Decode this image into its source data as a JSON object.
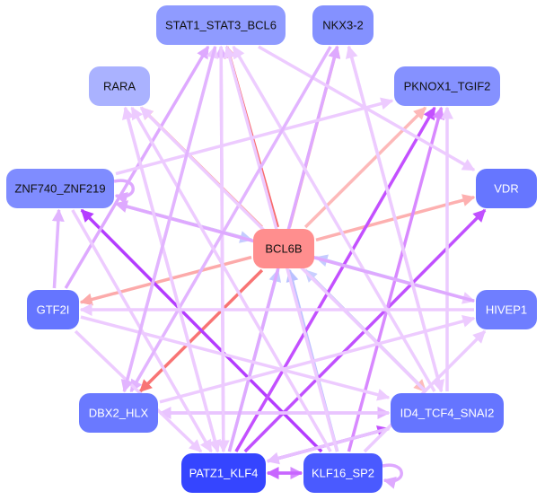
{
  "graph": {
    "title": "Regulatory network around BCL6B",
    "nodes": [
      {
        "id": "STAT1_STAT3_BCL6",
        "label": "STAT1_STAT3_BCL6",
        "fill": "#8f9bff",
        "text": "#111111"
      },
      {
        "id": "NKX3-2",
        "label": "NKX3-2",
        "fill": "#8491ff",
        "text": "#111111"
      },
      {
        "id": "RARA",
        "label": "RARA",
        "fill": "#aab2ff",
        "text": "#111111"
      },
      {
        "id": "PKNOX1_TGIF2",
        "label": "PKNOX1_TGIF2",
        "fill": "#8591ff",
        "text": "#111111"
      },
      {
        "id": "ZNF740_ZNF219",
        "label": "ZNF740_ZNF219",
        "fill": "#7f8cff",
        "text": "#111111"
      },
      {
        "id": "VDR",
        "label": "VDR",
        "fill": "#6676ff",
        "text": "#ffffff"
      },
      {
        "id": "BCL6B",
        "label": "BCL6B",
        "fill": "#ff8e8e",
        "text": "#111111"
      },
      {
        "id": "GTF2I",
        "label": "GTF2I",
        "fill": "#6575ff",
        "text": "#ffffff"
      },
      {
        "id": "HIVEP1",
        "label": "HIVEP1",
        "fill": "#6f7eff",
        "text": "#ffffff"
      },
      {
        "id": "DBX2_HLX",
        "label": "DBX2_HLX",
        "fill": "#6a79ff",
        "text": "#ffffff"
      },
      {
        "id": "ID4_TCF4_SNAI2",
        "label": "ID4_TCF4_SNAI2",
        "fill": "#6575ff",
        "text": "#ffffff"
      },
      {
        "id": "PATZ1_KLF4",
        "label": "PATZ1_KLF4",
        "fill": "#3545ff",
        "text": "#ffffff"
      },
      {
        "id": "KLF16_SP2",
        "label": "KLF16_SP2",
        "fill": "#4a5aff",
        "text": "#ffffff"
      }
    ],
    "edges": [
      {
        "from": "BCL6B",
        "to": "STAT1_STAT3_BCL6",
        "color": "#f86b6b"
      },
      {
        "from": "BCL6B",
        "to": "NKX3-2",
        "color": "#fca3a3"
      },
      {
        "from": "BCL6B",
        "to": "RARA",
        "color": "#fcaaaa"
      },
      {
        "from": "BCL6B",
        "to": "PKNOX1_TGIF2",
        "color": "#fdb9b9"
      },
      {
        "from": "BCL6B",
        "to": "ZNF740_ZNF219",
        "color": "#fdb4b4"
      },
      {
        "from": "BCL6B",
        "to": "VDR",
        "color": "#fdb0b0"
      },
      {
        "from": "BCL6B",
        "to": "GTF2I",
        "color": "#fcaaaa"
      },
      {
        "from": "BCL6B",
        "to": "DBX2_HLX",
        "color": "#f87474"
      },
      {
        "from": "BCL6B",
        "to": "ID4_TCF4_SNAI2",
        "color": "#fdbbbb"
      },
      {
        "from": "ZNF740_ZNF219",
        "to": "BCL6B",
        "color": "#c4cbff"
      },
      {
        "from": "HIVEP1",
        "to": "BCL6B",
        "color": "#c4cbff"
      },
      {
        "from": "PATZ1_KLF4",
        "to": "BCL6B",
        "color": "#c4cbff"
      },
      {
        "from": "KLF16_SP2",
        "to": "BCL6B",
        "color": "#b9c1ff"
      },
      {
        "from": "ID4_TCF4_SNAI2",
        "to": "BCL6B",
        "color": "#c9cfff"
      },
      {
        "from": "GTF2I",
        "to": "ZNF740_ZNF219",
        "color": "#e1b4ff"
      },
      {
        "from": "KLF16_SP2",
        "to": "ZNF740_ZNF219",
        "color": "#b43cff"
      },
      {
        "from": "PATZ1_KLF4",
        "to": "VDR",
        "color": "#c050ff"
      },
      {
        "from": "PATZ1_KLF4",
        "to": "PKNOX1_TGIF2",
        "color": "#c350ff"
      },
      {
        "from": "KLF16_SP2",
        "to": "PKNOX1_TGIF2",
        "color": "#d889ff"
      },
      {
        "from": "ID4_TCF4_SNAI2",
        "to": "PKNOX1_TGIF2",
        "color": "#eccbff"
      },
      {
        "from": "PATZ1_KLF4",
        "to": "ID4_TCF4_SNAI2",
        "color": "#c350ff"
      },
      {
        "from": "PATZ1_KLF4",
        "to": "KLF16_SP2",
        "color": "#d489ff"
      },
      {
        "from": "KLF16_SP2",
        "to": "PATZ1_KLF4",
        "color": "#c866ff"
      },
      {
        "from": "DBX2_HLX",
        "to": "ID4_TCF4_SNAI2",
        "color": "#e3b2ff"
      },
      {
        "from": "ID4_TCF4_SNAI2",
        "to": "DBX2_HLX",
        "color": "#e9c4ff"
      },
      {
        "from": "ID4_TCF4_SNAI2",
        "to": "PATZ1_KLF4",
        "color": "#e7c0ff"
      },
      {
        "from": "KLF16_SP2",
        "to": "HIVEP1",
        "color": "#eccbff"
      },
      {
        "from": "PATZ1_KLF4",
        "to": "STAT1_STAT3_BCL6",
        "color": "#e2b4ff"
      },
      {
        "from": "PATZ1_KLF4",
        "to": "NKX3-2",
        "color": "#dea9ff"
      },
      {
        "from": "KLF16_SP2",
        "to": "STAT1_STAT3_BCL6",
        "color": "#edcbff"
      },
      {
        "from": "ID4_TCF4_SNAI2",
        "to": "NKX3-2",
        "color": "#eccbff"
      },
      {
        "from": "ID4_TCF4_SNAI2",
        "to": "STAT1_STAT3_BCL6",
        "color": "#edcdff"
      },
      {
        "from": "GTF2I",
        "to": "STAT1_STAT3_BCL6",
        "color": "#dea9ff"
      },
      {
        "from": "DBX2_HLX",
        "to": "STAT1_STAT3_BCL6",
        "color": "#edcbff"
      },
      {
        "from": "ZNF740_ZNF219",
        "to": "PKNOX1_TGIF2",
        "color": "#edcbff"
      },
      {
        "from": "STAT1_STAT3_BCL6",
        "to": "VDR",
        "color": "#edcbff"
      },
      {
        "from": "ZNF740_ZNF219",
        "to": "HIVEP1",
        "color": "#edcbff"
      },
      {
        "from": "STAT1_STAT3_BCL6",
        "to": "PATZ1_KLF4",
        "color": "#edcbff"
      },
      {
        "from": "RARA",
        "to": "PATZ1_KLF4",
        "color": "#edcbff"
      },
      {
        "from": "ZNF740_ZNF219",
        "to": "PATZ1_KLF4",
        "color": "#edcbff"
      },
      {
        "from": "NKX3-2",
        "to": "DBX2_HLX",
        "color": "#e2b4ff"
      },
      {
        "from": "HIVEP1",
        "to": "GTF2I",
        "color": "#edcbff"
      },
      {
        "from": "HIVEP1",
        "to": "ZNF740_ZNF219",
        "color": "#dea9ff"
      },
      {
        "from": "ID4_TCF4_SNAI2",
        "to": "RARA",
        "color": "#edcbff"
      },
      {
        "from": "KLF16_SP2",
        "to": "RARA",
        "color": "#edcbff"
      },
      {
        "from": "PATZ1_KLF4",
        "to": "RARA",
        "color": "#edcbff"
      },
      {
        "from": "GTF2I",
        "to": "PATZ1_KLF4",
        "color": "#edcbff"
      },
      {
        "from": "DBX2_HLX",
        "to": "HIVEP1",
        "color": "#edcbff"
      },
      {
        "from": "ZNF740_ZNF219",
        "to": "ZNF740_ZNF219",
        "color": "#dea9ff",
        "loop": true
      },
      {
        "from": "KLF16_SP2",
        "to": "KLF16_SP2",
        "color": "#dea9ff",
        "loop": true
      },
      {
        "from": "GTF2I",
        "to": "ID4_TCF4_SNAI2",
        "color": "#edcbff"
      },
      {
        "from": "STAT1_STAT3_BCL6",
        "to": "DBX2_HLX",
        "color": "#e2b4ff"
      },
      {
        "from": "NKX3-2",
        "to": "ID4_TCF4_SNAI2",
        "color": "#edcbff"
      }
    ]
  }
}
